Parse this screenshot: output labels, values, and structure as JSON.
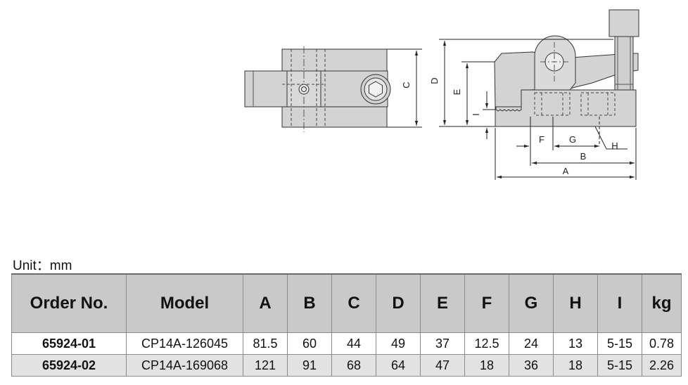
{
  "drawing": {
    "labels": {
      "a": "A",
      "b": "B",
      "c": "C",
      "d": "D",
      "e": "E",
      "f": "F",
      "g": "G",
      "h": "H",
      "i": "I"
    }
  },
  "unit_label": "Unit：mm",
  "table": {
    "headers": [
      "Order No.",
      "Model",
      "A",
      "B",
      "C",
      "D",
      "E",
      "F",
      "G",
      "H",
      "I",
      "kg"
    ],
    "rows": [
      [
        "65924-01",
        "CP14A-126045",
        "81.5",
        "60",
        "44",
        "49",
        "37",
        "12.5",
        "24",
        "13",
        "5-15",
        "0.78"
      ],
      [
        "65924-02",
        "CP14A-169068",
        "121",
        "91",
        "68",
        "64",
        "47",
        "18",
        "36",
        "18",
        "5-15",
        "2.26"
      ]
    ]
  },
  "colors": {
    "part_fill": "#d3d3d3",
    "part_stroke": "#333333",
    "header_bg": "#c9c9c9",
    "alt_row_bg": "#e2e2e2"
  }
}
